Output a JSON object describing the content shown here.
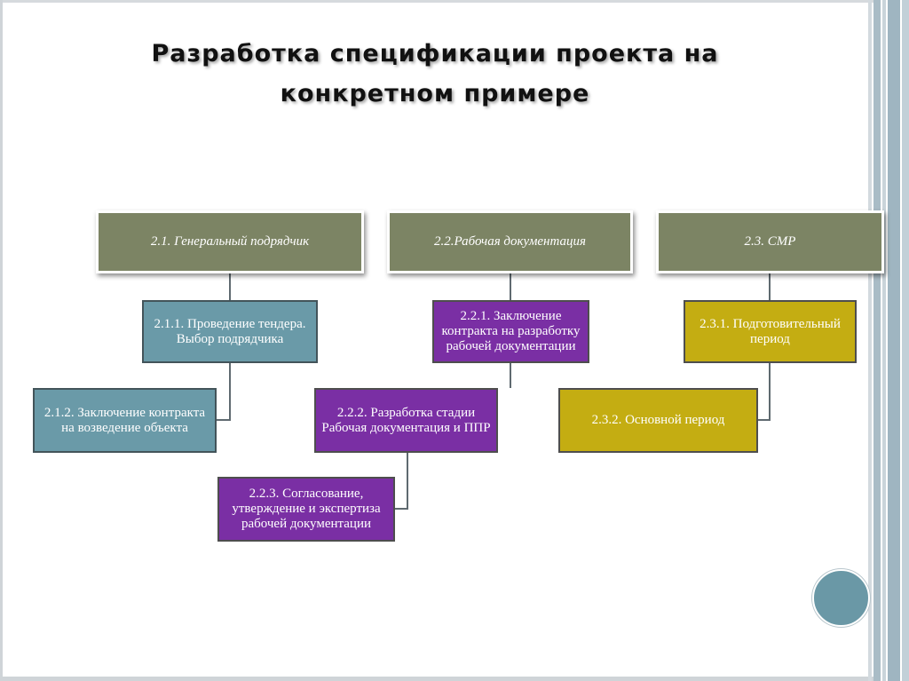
{
  "slide": {
    "title_line1": "Разработка спецификации проекта на",
    "title_line2": "конкретном примере"
  },
  "colors": {
    "header_box": "#7c8464",
    "teal_box": "#6a9aa8",
    "purple_box": "#7a2fa4",
    "gold_box": "#c4ad12",
    "connector": "#5f6a70",
    "decor_circle": "#6a98a6"
  },
  "branches": [
    {
      "header": "2.1. Генеральный подрядчик",
      "items": [
        "2.1.1. Проведение тендера. Выбор подрядчика",
        "2.1.2. Заключение контракта на возведение объекта"
      ]
    },
    {
      "header": "2.2.Рабочая документация",
      "items": [
        "2.2.1. Заключение контракта на разработку рабочей документации",
        "2.2.2. Разработка стадии Рабочая документация и ППР",
        "2.2.3. Согласование, утверждение и экспертиза рабочей документации"
      ]
    },
    {
      "header": "2.3. СМР",
      "items": [
        "2.3.1. Подготовительный период",
        "2.3.2. Основной период"
      ]
    }
  ]
}
